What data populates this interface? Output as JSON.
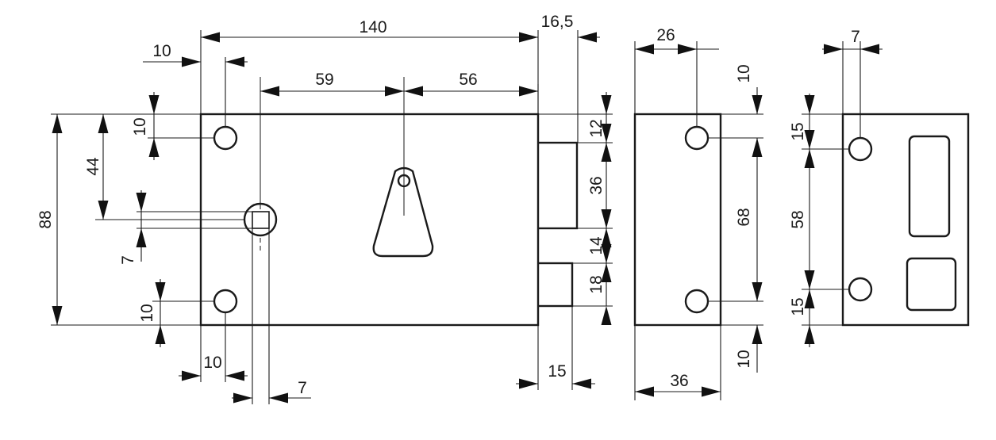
{
  "dimensions": {
    "front_width": "140",
    "strike_offset": "16,5",
    "left_edge_to_hole": "10",
    "keyhole_left": "59",
    "keyhole_right": "56",
    "top_to_hole": "10",
    "top_to_spindle": "44",
    "total_height": "88",
    "spindle_size": "7",
    "bottom_to_hole": "10",
    "bottom_left_edge_to_hole": "10",
    "bottom_spindle_width": "7",
    "deadbolt_top_offset": "12",
    "deadbolt_height": "36",
    "gap_between_bolts": "14",
    "latch_height": "18",
    "latch_projection": "15",
    "side_top_width": "26",
    "side_top_offset": "10",
    "side_hole_spacing": "68",
    "side_bottom_offset": "10",
    "side_width": "36",
    "keeper_top_width": "7",
    "keeper_top_offset": "15",
    "keeper_hole_spacing": "58",
    "keeper_bottom_offset": "15"
  }
}
